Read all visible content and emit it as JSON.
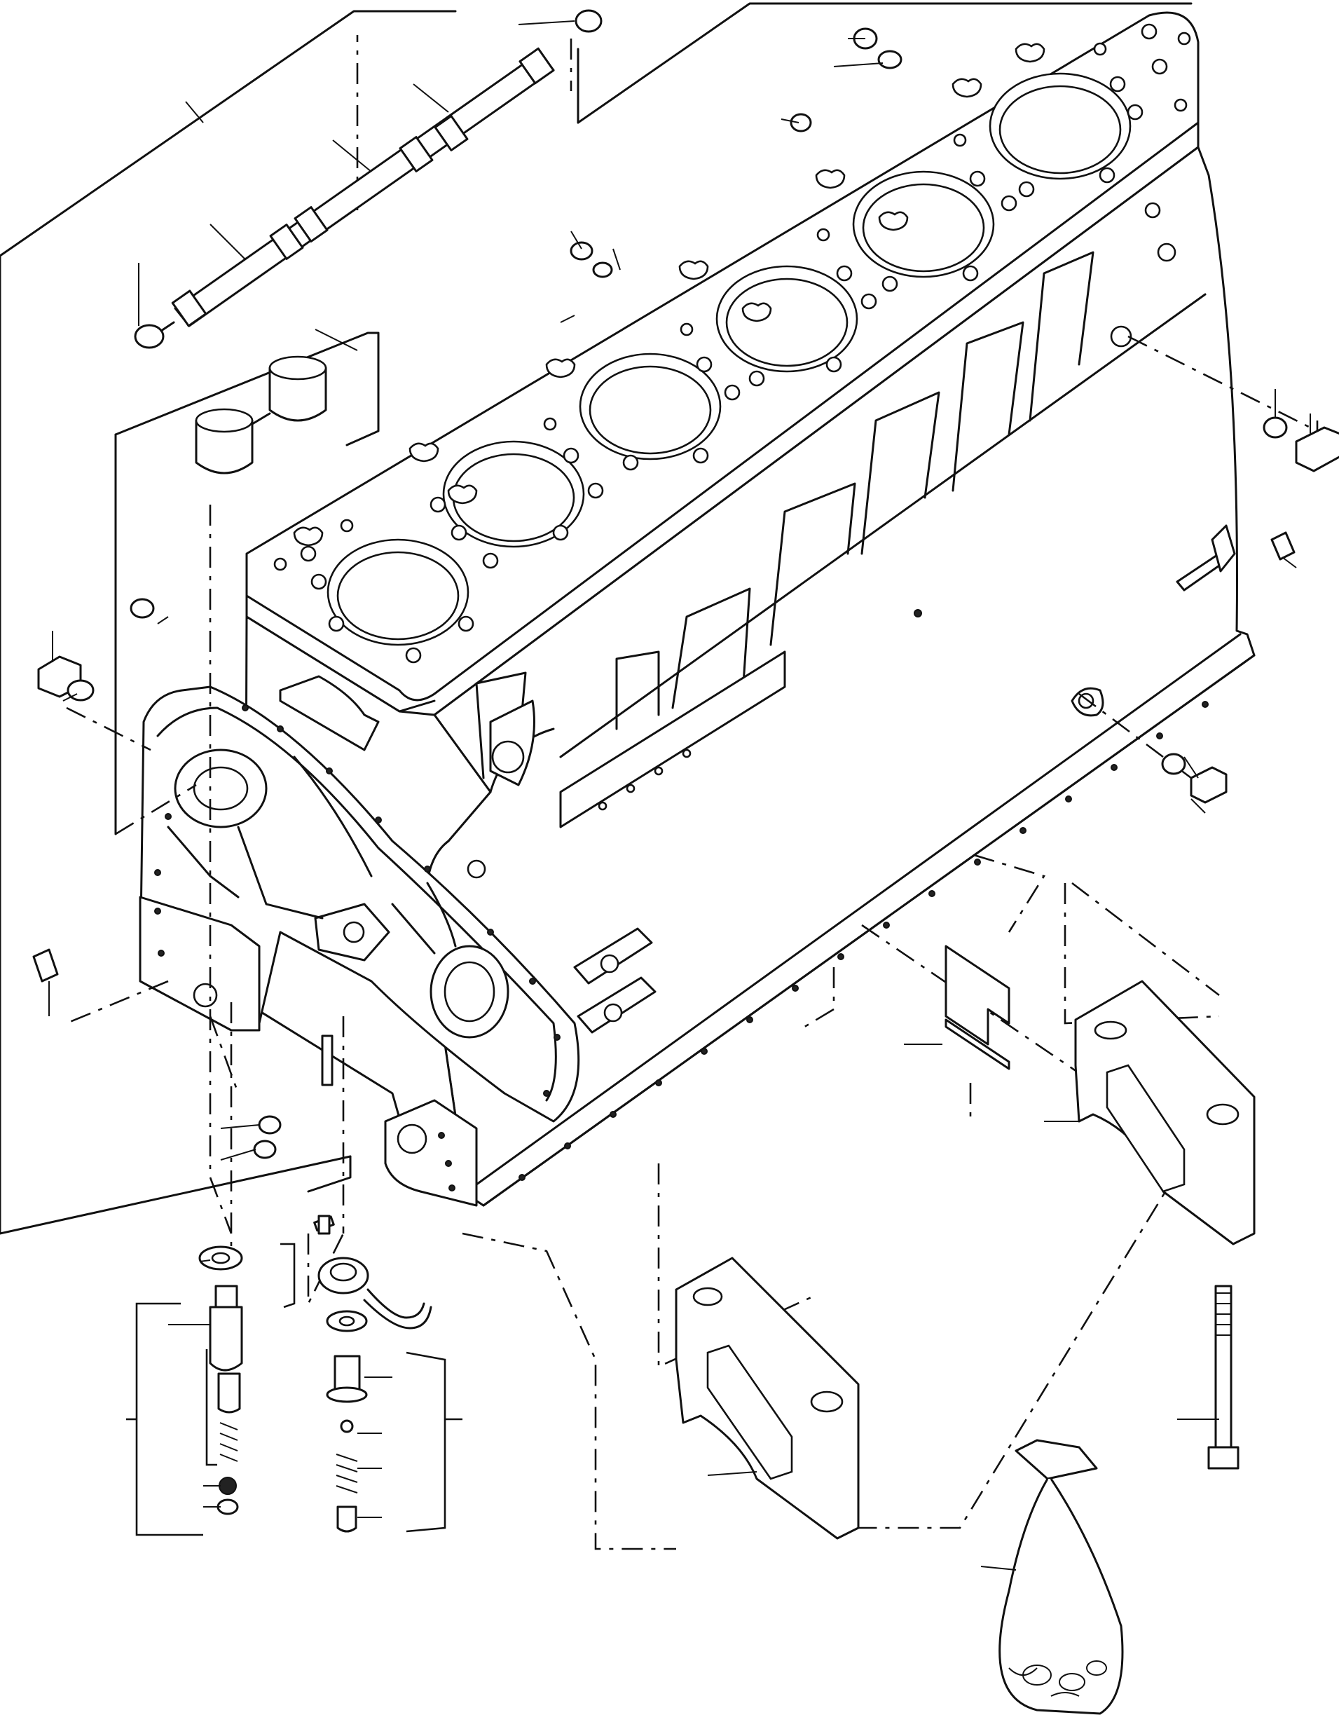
{
  "figure": {
    "callouts": [
      {
        "id": "water-pipe-assembly"
      },
      {
        "id": "pipe-plug-top"
      },
      {
        "id": "cylinder-liners"
      },
      {
        "id": "cylinder-block"
      },
      {
        "id": "head-stud-plug"
      },
      {
        "id": "side-plug-washer"
      },
      {
        "id": "side-bolt"
      },
      {
        "id": "front-plug"
      },
      {
        "id": "front-bolt-washer"
      },
      {
        "id": "dowel-pin-front"
      },
      {
        "id": "main-bearing-cap-rear"
      },
      {
        "id": "main-bearing-cap-front"
      },
      {
        "id": "main-bearing-bolt"
      },
      {
        "id": "thrust-shim"
      },
      {
        "id": "relief-valve-left"
      },
      {
        "id": "relief-valve-right"
      },
      {
        "id": "oil-nozzle"
      },
      {
        "id": "gasket-kit-bag"
      }
    ]
  }
}
